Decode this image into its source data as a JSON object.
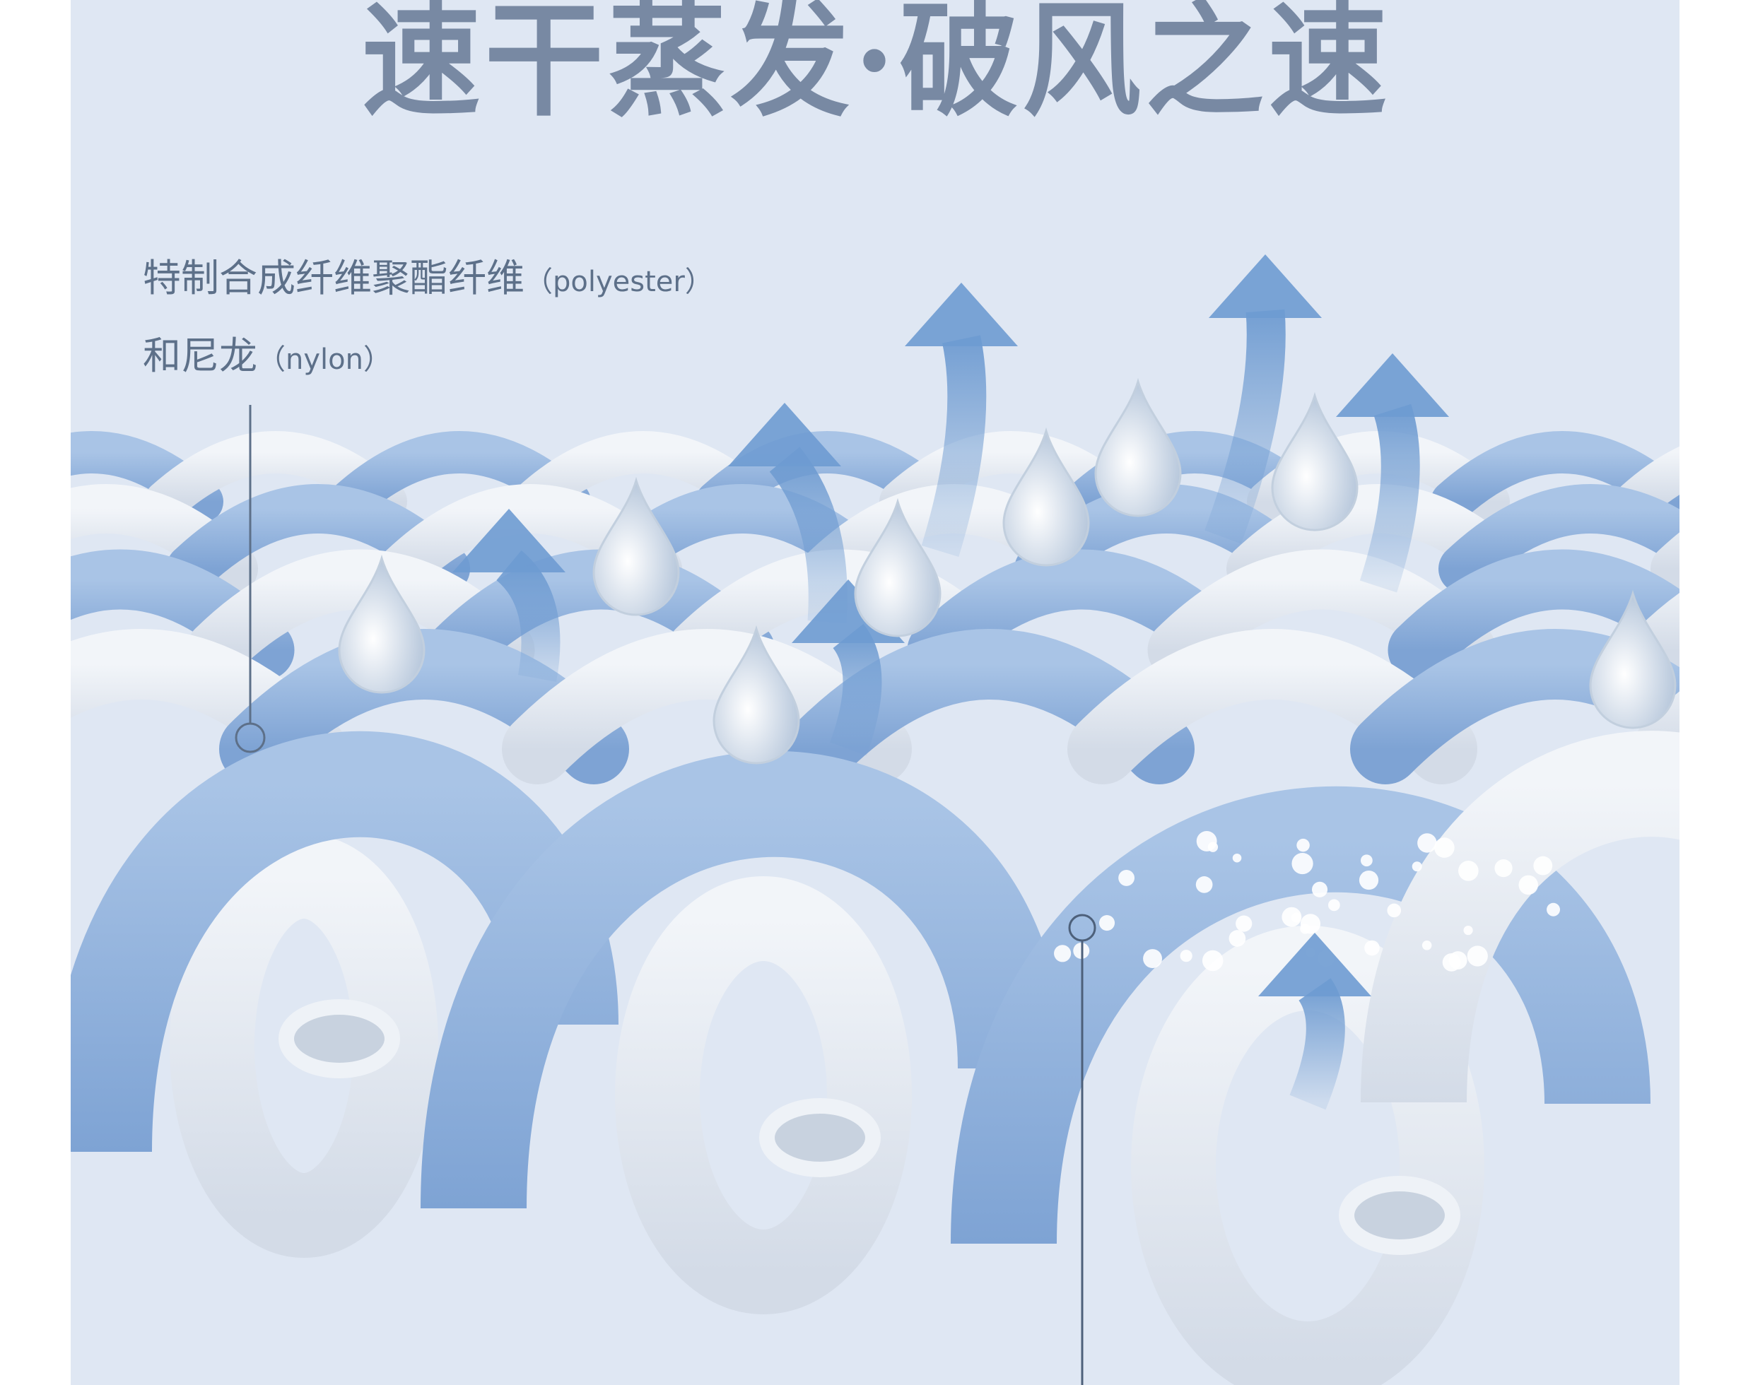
{
  "title": "速干蒸发·破风之速",
  "material": {
    "line1_cn": "特制合成纤维聚酯纤维",
    "line1_en": "（polyester）",
    "line2_cn": "和尼龙",
    "line2_en": "（nylon）"
  },
  "colors": {
    "background": "#dfe7f3",
    "title": "#7889a3",
    "blue_fiber": "#8db0dd",
    "white_fiber": "#e9eef5",
    "arrow": "#6e9bd1"
  }
}
